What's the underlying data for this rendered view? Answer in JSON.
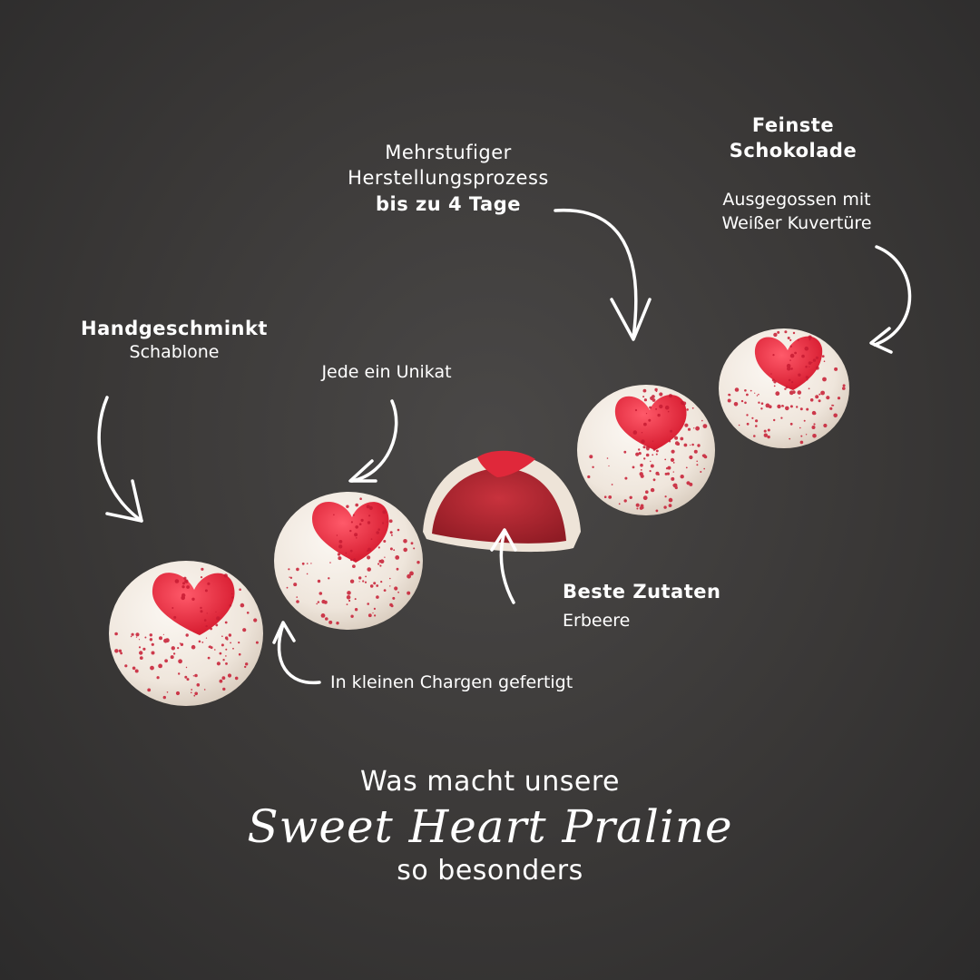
{
  "colors": {
    "background": "#3a3837",
    "praline_white": "#f3ece4",
    "heart_red": "#e0283a",
    "speckle_red": "#c71b32",
    "text": "#ffffff"
  },
  "annotations": {
    "feinste": {
      "title_line1": "Feinste",
      "title_line2": "Schokolade",
      "sub_line1": "Ausgegossen mit",
      "sub_line2": "Weißer Kuvertüre"
    },
    "mehrstufig": {
      "line1": "Mehrstufiger",
      "line2": "Herstellungsprozess",
      "bold": "bis zu 4 Tage"
    },
    "handgeschminkt": {
      "title": "Handgeschminkt",
      "sub": "Schablone"
    },
    "unikat": {
      "text": "Jede ein Unikat"
    },
    "zutaten": {
      "title": "Beste Zutaten",
      "sub": "Erbeere"
    },
    "chargen": {
      "text": "In kleinen Chargen gefertigt"
    }
  },
  "headline": {
    "line1": "Was macht unsere",
    "script": "Sweet Heart Praline",
    "line3": "so besonders"
  }
}
